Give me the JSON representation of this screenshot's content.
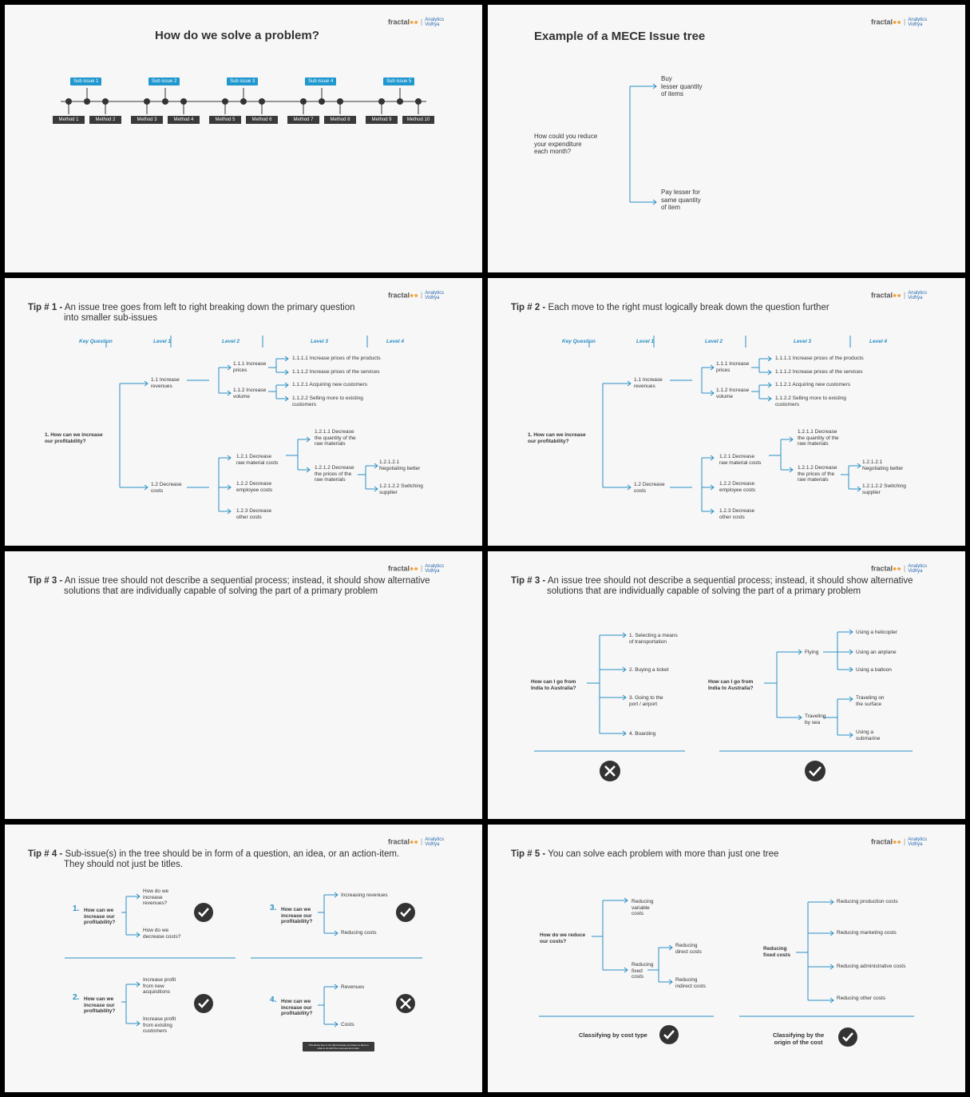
{
  "logo": {
    "brand": "fractal",
    "brand_dots": "●●",
    "partner": "Analytics",
    "partner2": "Vidhya"
  },
  "colors": {
    "accent": "#2a8fc4",
    "line": "#1f97cf",
    "dark": "#3a3a3a",
    "slide_bg": "#f7f7f7"
  },
  "slide1": {
    "title": "How do we solve a problem?",
    "sub_issues": [
      "Sub issue 1",
      "Sub issue 2",
      "Sub issue 3",
      "Sub issue 4",
      "Sub issue 5"
    ],
    "methods": [
      "Method 1",
      "Method 2",
      "Method 3",
      "Method 4",
      "Method 5",
      "Method 6",
      "Method 7",
      "Method 8",
      "Method 9",
      "Method 10"
    ]
  },
  "slide2": {
    "title": "Example of a MECE Issue tree",
    "question": [
      "How could you reduce",
      "your expenditure",
      "each month?"
    ],
    "branch1": [
      "Buy",
      "lesser quantity",
      "of items"
    ],
    "branch2": [
      "Pay lesser for",
      "same quantity",
      "of item"
    ]
  },
  "tree": {
    "levels": [
      "Key Question",
      "Level 1",
      "Level 2",
      "Level 3",
      "Level 4"
    ],
    "q": [
      "1. How can we increase",
      "our profitability?"
    ],
    "n11": [
      "1.1 Increase",
      "revenues"
    ],
    "n12": [
      "1.2 Decrease",
      "costs"
    ],
    "n111": [
      "1.1.1 Increase",
      "prices"
    ],
    "n112": [
      "1.1.2 Increase",
      "volume"
    ],
    "n1111": [
      "1.1.1.1 Increase prices of the products"
    ],
    "n1112": [
      "1.1.1.2 Increase prices of the services"
    ],
    "n1121": [
      "1.1.2.1 Acquiring new customers"
    ],
    "n1122": [
      "1.1.2.2 Selling more to existing",
      "customers"
    ],
    "n121": [
      "1.2.1 Decrease",
      "raw material costs"
    ],
    "n122": [
      "1.2.2 Decrease",
      "employee costs"
    ],
    "n123": [
      "1.2.3 Decrease",
      "other costs"
    ],
    "n1211": [
      "1.2.1.1 Decrease",
      "the quantity of the",
      "raw materials"
    ],
    "n1212": [
      "1.2.1.2 Decrease",
      "the prices of the",
      "raw materials"
    ],
    "n12121": [
      "1.2.1.2.1",
      "Negotiating better"
    ],
    "n12122": [
      "1.2.1.2.2 Switching",
      "supplier"
    ]
  },
  "slide3": {
    "tip": "Tip # 1 -",
    "title1": "An issue tree goes from left to right breaking down the primary question",
    "title2": "into smaller sub-issues"
  },
  "slide4": {
    "tip": "Tip # 2 -",
    "title1": "Each move to the right must logically break down the question further"
  },
  "slide5": {
    "tip": "Tip # 3 -",
    "title1": "An issue tree should not describe a sequential process; instead, it should show alternative",
    "title2": "solutions that are individually capable of solving the part of a primary problem"
  },
  "slide6": {
    "tip": "Tip # 3 -",
    "title1": "An issue tree should not describe a sequential process; instead, it should show alternative",
    "title2": "solutions that are individually capable of solving the part of a primary problem",
    "q": [
      "How can I go from",
      "India to Australia?"
    ],
    "bad": [
      [
        "1. Selecting a means",
        "of transportation"
      ],
      [
        "2. Buying a ticket"
      ],
      [
        "3. Going to the",
        "port / airport"
      ],
      [
        "4. Boarding"
      ]
    ],
    "good_l1": [
      [
        "Flying"
      ],
      [
        "Traveling",
        "by sea"
      ]
    ],
    "good_l2": [
      [
        "Using a helicopter"
      ],
      [
        "Using an airplane"
      ],
      [
        "Using a balloon"
      ],
      [
        "Traveling on",
        "the surface"
      ],
      [
        "Using a",
        "submarine"
      ]
    ]
  },
  "slide7": {
    "tip": "Tip # 4 -",
    "title1": "Sub-issue(s) in the tree should be in form of a question, an idea, or an action-item.",
    "title2": "They should not just be titles.",
    "q": [
      "How can we",
      "increase our",
      "profitability?"
    ],
    "nums": [
      "1.",
      "2.",
      "3.",
      "4."
    ],
    "e1": [
      [
        "How do we",
        "increase",
        "revenues?"
      ],
      [
        "How do we",
        "decrease costs?"
      ]
    ],
    "e2": [
      [
        "Increase profit",
        "from new",
        "acquisitions"
      ],
      [
        "Increase profit",
        "from existing",
        "customers"
      ]
    ],
    "e3": [
      [
        "Increasing revenues"
      ],
      [
        "Reducing costs"
      ]
    ],
    "e4": [
      [
        "Revenues"
      ],
      [
        "Costs"
      ]
    ],
    "tooltip": "This above tree is not right because you have no idea on what to do with the revenues and costs."
  },
  "slide8": {
    "tip": "Tip # 5 -",
    "title1": "You can solve each problem with more than just one tree",
    "q": [
      "How do we reduce",
      "our costs?"
    ],
    "a1": [
      "Reducing",
      "variable",
      "costs"
    ],
    "a2": [
      "Reducing",
      "fixed",
      "costs"
    ],
    "a21": [
      "Reducing",
      "direct costs"
    ],
    "a22": [
      "Reducing",
      "indirect costs"
    ],
    "b_root": [
      "Reducing",
      "fixed costs"
    ],
    "b": [
      "Reducing production costs",
      "Reducing marketing costs",
      "Reducing administrative costs",
      "Reducing other costs"
    ],
    "cap1": "Classifying by cost type",
    "cap2": [
      "Classifying by the",
      "origin of the cost"
    ]
  }
}
